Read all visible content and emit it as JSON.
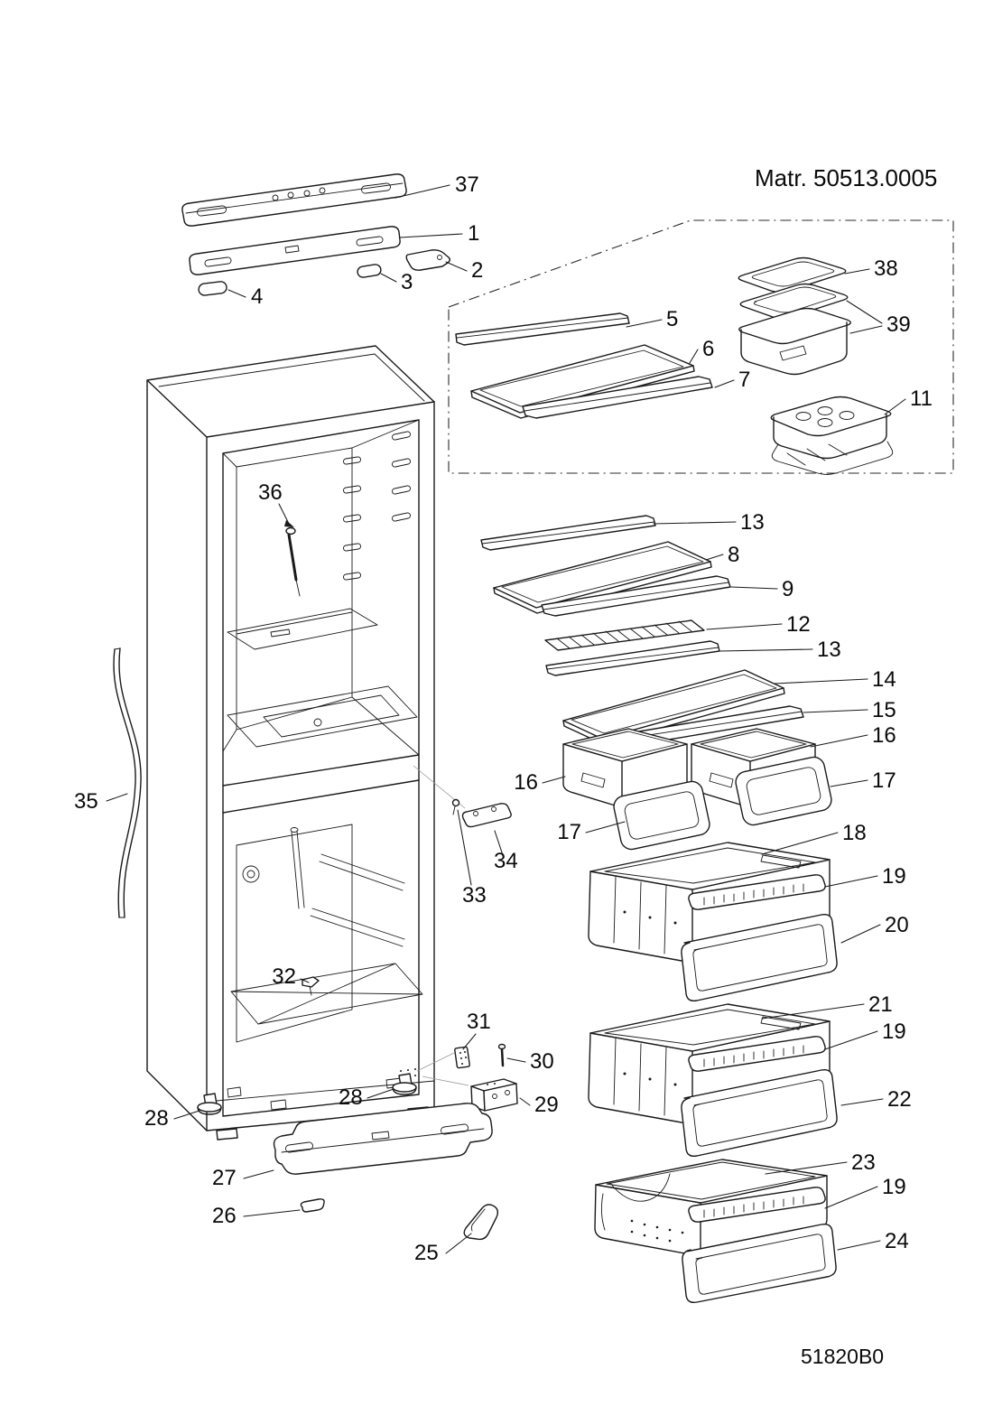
{
  "meta": {
    "matr": "Matr. 50513.0005",
    "code": "51820B0"
  },
  "callouts": [
    "37",
    "1",
    "2",
    "3",
    "4",
    "5",
    "6",
    "7",
    "38",
    "39",
    "11",
    "36",
    "35",
    "13",
    "8",
    "9",
    "12",
    "13",
    "14",
    "15",
    "16",
    "17",
    "16",
    "17",
    "34",
    "33",
    "18",
    "19",
    "20",
    "21",
    "19",
    "22",
    "23",
    "19",
    "24",
    "32",
    "31",
    "30",
    "29",
    "28",
    "28",
    "27",
    "26",
    "25"
  ]
}
